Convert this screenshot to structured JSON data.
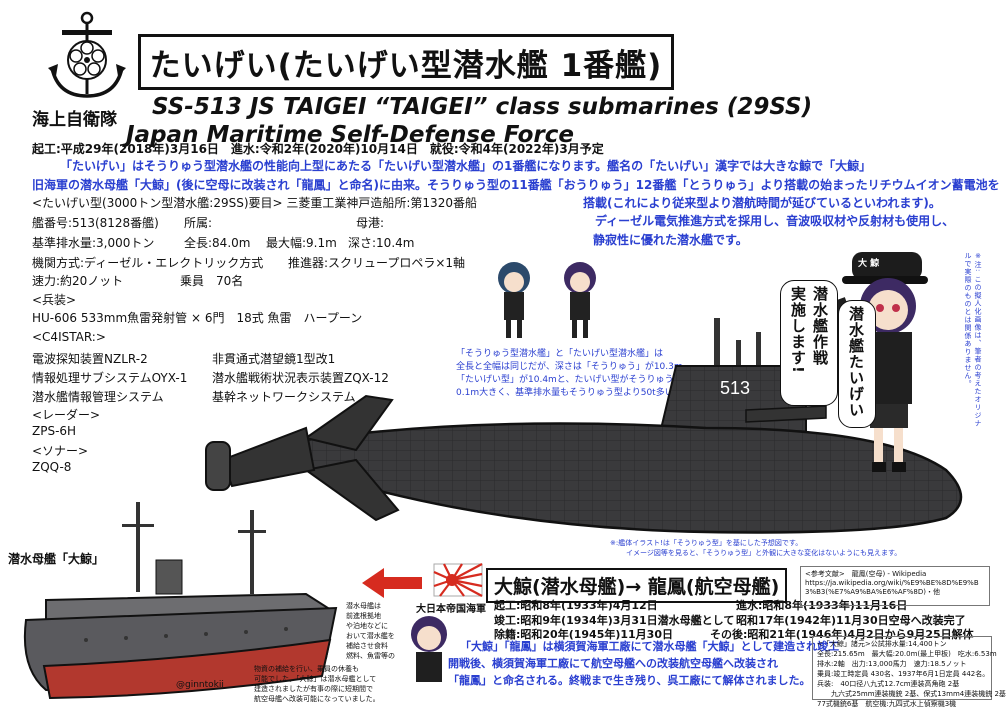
{
  "header": {
    "title": "たいげい(たいげい型潜水艦 1番艦)",
    "english_line1": "SS-513 JS TAIGEI “TAIGEI” class submarines (29SS)",
    "english_line2": "Japan Maritime Self-Defense Force",
    "navy_label": "海上自衛隊"
  },
  "dates_line": "起工:平成29年(2018年)3月16日　進水:令和2年(2020年)10月14日　就役:令和4年(2022年)3月予定",
  "description": {
    "line1": "「たいげい」はそうりゅう型潜水艦の性能向上型にあたる「たいげい型潜水艦」の1番艦になります。艦名の「たいげい」漢字では大きな鯨で「大鯨」",
    "line2": "旧海軍の潜水母艦「大鯨」(後に空母に改装され「龍鳳」と命名)に由来。そうりゅう型の11番艦「おうりゅう」12番艦「とうりゅう」より搭載の始まったリチウムイオン蓄電池を",
    "line3": "搭載(これにより従来型より潜航時間が延びているといわれます)。",
    "line4": "ディーゼル電気推進方式を採用し、音波吸収材や反射材も使用し、",
    "line5": "静寂性に優れた潜水艦です。"
  },
  "specs": {
    "header": "<たいげい型(3000トン型潜水艦:29SS)要目> 三菱重工業神戸造船所:第1320番船",
    "hull_number": "艦番号:513(8128番艦)",
    "affiliation": "所属:",
    "home_port": "母港:",
    "displacement": "基準排水量:3,000トン",
    "length": "全長:84.0m",
    "beam": "最大幅:9.1m",
    "depth": "深さ:10.4m",
    "engine": "機関方式:ディーゼル・エレクトリック方式",
    "propulsion": "推進器:スクリュープロペラ×1軸",
    "speed": "速力:約20ノット",
    "crew": "乗員　70名",
    "armament_header": "<兵装>",
    "armament": "HU-606 533mm魚雷発射管 × 6門　18式 魚雷　ハープーン",
    "c4istar_header": "<C4ISTAR:>",
    "c4istar_items": [
      "電波探知装置NZLR-2",
      "非貫通式潜望鏡1型改1",
      "情報処理サブシステムOYX-1",
      "潜水艦戦術状況表示装置ZQX-12",
      "潜水艦情報管理システム",
      "基幹ネットワークシステム"
    ],
    "radar_header": "<レーダー>",
    "radar": "ZPS-6H",
    "sonar_header": "<ソナー>",
    "sonar": "ZQQ-8"
  },
  "submarine": {
    "hull_number_painted": "513",
    "note1": "「そうりゅう型潜水艦」と「たいげい型潜水艦」は",
    "note2": "全長と全幅は同じだが、深さは「そうりゅう」が10.3m",
    "note3": "「たいげい型」が10.4mと、たいげい型がそうりゅう型より",
    "note4": "0.1m大きく、基準排水量もそうりゅう型より50t多い3000tです。",
    "illust_note1": "※:艦体イラスト!は「そうりゅう型」を基にした予想図です。",
    "illust_note2": "イメージ図等を見ると、「そうりゅう型」と外観に大きな変化はないようにも見えます。"
  },
  "character": {
    "speech": [
      "潜水艦作戦",
      "実施します!",
      "潜水艦たいげい"
    ],
    "side_note": "※注: この擬人化画像は、筆者の考えたオリジナルで実際のものとは関係ありません。",
    "cap_text": "大 鯨"
  },
  "lower": {
    "tender_label": "潜水母艦「大鯨」",
    "signature": "@ginntokii",
    "title": "大鯨(潜水母艦)→ 龍鳳(航空母艦)",
    "empire_label": "大日本帝国海軍",
    "taigei_start": "起工:昭和8年(1933年)4月12日",
    "taigei_complete": "竣工:昭和9年(1934年)3月31日潜水母艦として",
    "taigei_removed": "除籍:昭和20年(1945年)11月30日",
    "launch": "進水:昭和8年(1933年)11月16日",
    "carrier_conv": "昭和17年(1942年)11月30日空母へ改装完了",
    "after": "その後:昭和21年(1946年)4月2日から9月25日解体",
    "history1": "「大鯨」「龍鳳」は横須賀海軍工廠にて潜水母艦「大鯨」として建造され竣工",
    "history2": "開戦後、横須賀海軍工廠にて航空母艦への改装航空母艦へ改装され",
    "history3": "「龍鳳」と命名される。終戦まで生き残り、呉工廠にて解体されました。",
    "tender_note": [
      "潜水母艦は",
      "前進根拠地",
      "や泊地などに",
      "おいて潜水艦を",
      "補給させ食料",
      "燃料、魚雷等の",
      "物資の補給を行い、乗員の休養も",
      "可能でした。「大鯨」は潜水母艦として",
      "建造されましたが有事の際に短期間で",
      "航空母艦へ改装可能になっていました。"
    ],
    "ref_header": "<参考文献>　龍鳳(空母) - Wikipedia",
    "ref_url": "https://ja.wikipedia.org/wiki/%E9%BE%8D%E9%B3%B3(%E7%A9%BA%E6%AF%8D)・他",
    "spec2_header": "<「大鯨」諸元>公試排水量:14,400トン",
    "spec2_lines": [
      "全長:215.65m　最大幅:20.0m(最上甲板)　吃水:6.53m",
      "排水:2軸　出力:13,000馬力　速力:18.5ノット",
      "乗員:竣工時定員 430名、1937年6月1日定員 442名。",
      "兵装:　40口径八九式12.7cm連装高角砲 2基",
      "　　九六式25mm連装機銃 2基、保式13mm4連装機銃 2基",
      "77式機銃6基　航空機:九四式水上偵察機3機"
    ]
  },
  "colors": {
    "text_blue": "#2a3fd0",
    "submarine": "#3a3a3c",
    "hull_red": "#b2382e",
    "arrow_red": "#d62b1f"
  }
}
